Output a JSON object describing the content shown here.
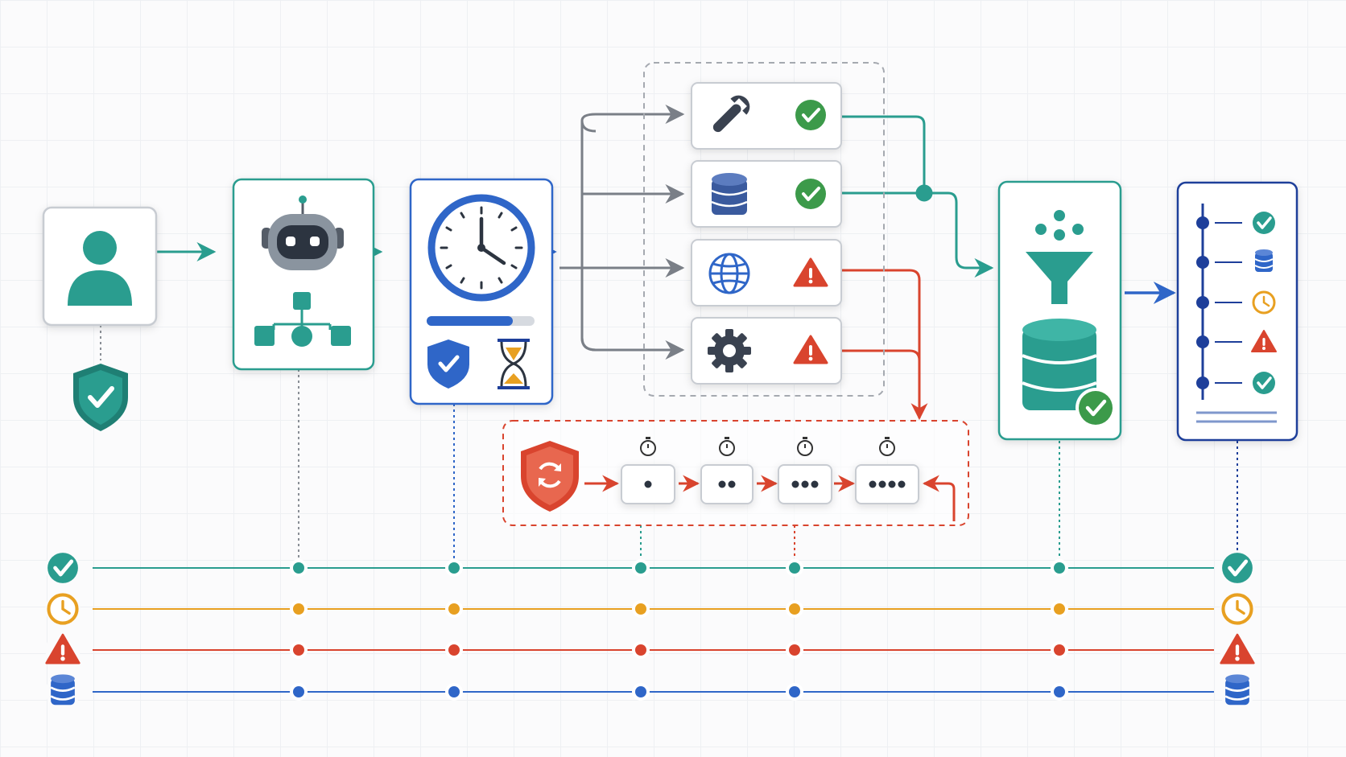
{
  "colors": {
    "teal": "#2a9d8f",
    "teal_dark": "#1f7f74",
    "blue": "#2f66c8",
    "navy": "#1e3f9a",
    "gray": "#7a7f87",
    "red": "#d9442e",
    "orange": "#e8a021",
    "green": "#3c9a4a",
    "robot_gray": "#6d7784"
  },
  "nodes": [
    {
      "id": "user",
      "icon": "user-icon",
      "badge": "shield-check-icon"
    },
    {
      "id": "agent",
      "icon": "robot-icon",
      "sub_icon": "hierarchy-icon"
    },
    {
      "id": "scheduler",
      "icon": "clock-icon",
      "progress": 0.8,
      "sub_icons": [
        "shield-check-icon",
        "hourglass-icon"
      ]
    },
    {
      "id": "tools",
      "items": [
        {
          "icon": "wrench-icon",
          "status": "success"
        },
        {
          "icon": "database-icon",
          "status": "success"
        },
        {
          "icon": "globe-icon",
          "status": "warning"
        },
        {
          "icon": "gear-icon",
          "status": "warning"
        }
      ]
    },
    {
      "id": "retry",
      "icon": "shield-retry-icon",
      "steps": [
        1,
        2,
        3,
        4
      ]
    },
    {
      "id": "aggregate",
      "icon": "funnel-icon",
      "sub_icon": "database-check-icon"
    },
    {
      "id": "log",
      "entries": [
        "check-icon",
        "database-icon",
        "clock-icon",
        "warning-icon",
        "check-icon"
      ]
    }
  ],
  "legend_rows": [
    {
      "status": "success",
      "icon": "check-circle-icon",
      "color": "#2a9d8f"
    },
    {
      "status": "pending",
      "icon": "clock-icon",
      "color": "#e8a021"
    },
    {
      "status": "warning",
      "icon": "warning-icon",
      "color": "#d9442e"
    },
    {
      "status": "storage",
      "icon": "database-icon",
      "color": "#2f66c8"
    }
  ]
}
